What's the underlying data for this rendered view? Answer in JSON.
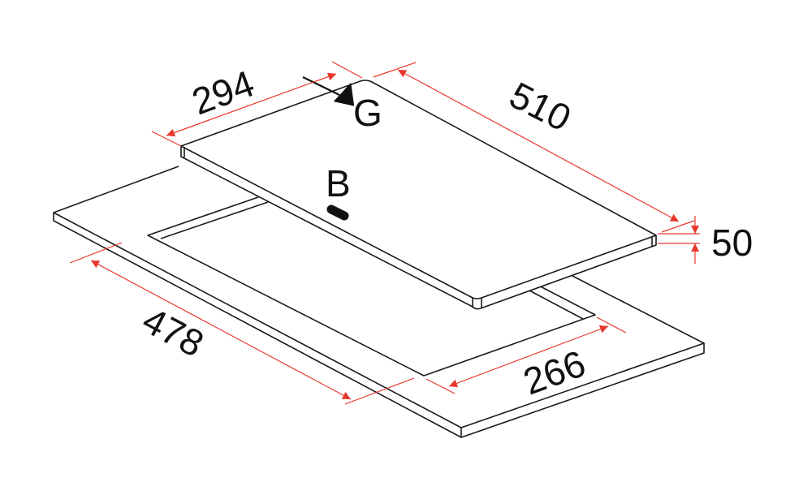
{
  "labels": {
    "hob_depth": "294",
    "hob_width": "510",
    "hob_height": "50",
    "cutout_width": "478",
    "cutout_depth": "266",
    "gas_connection": "G",
    "burner_marker": "B"
  },
  "colors": {
    "outline": "#1a1a1a",
    "dimension": "#e8372c"
  }
}
